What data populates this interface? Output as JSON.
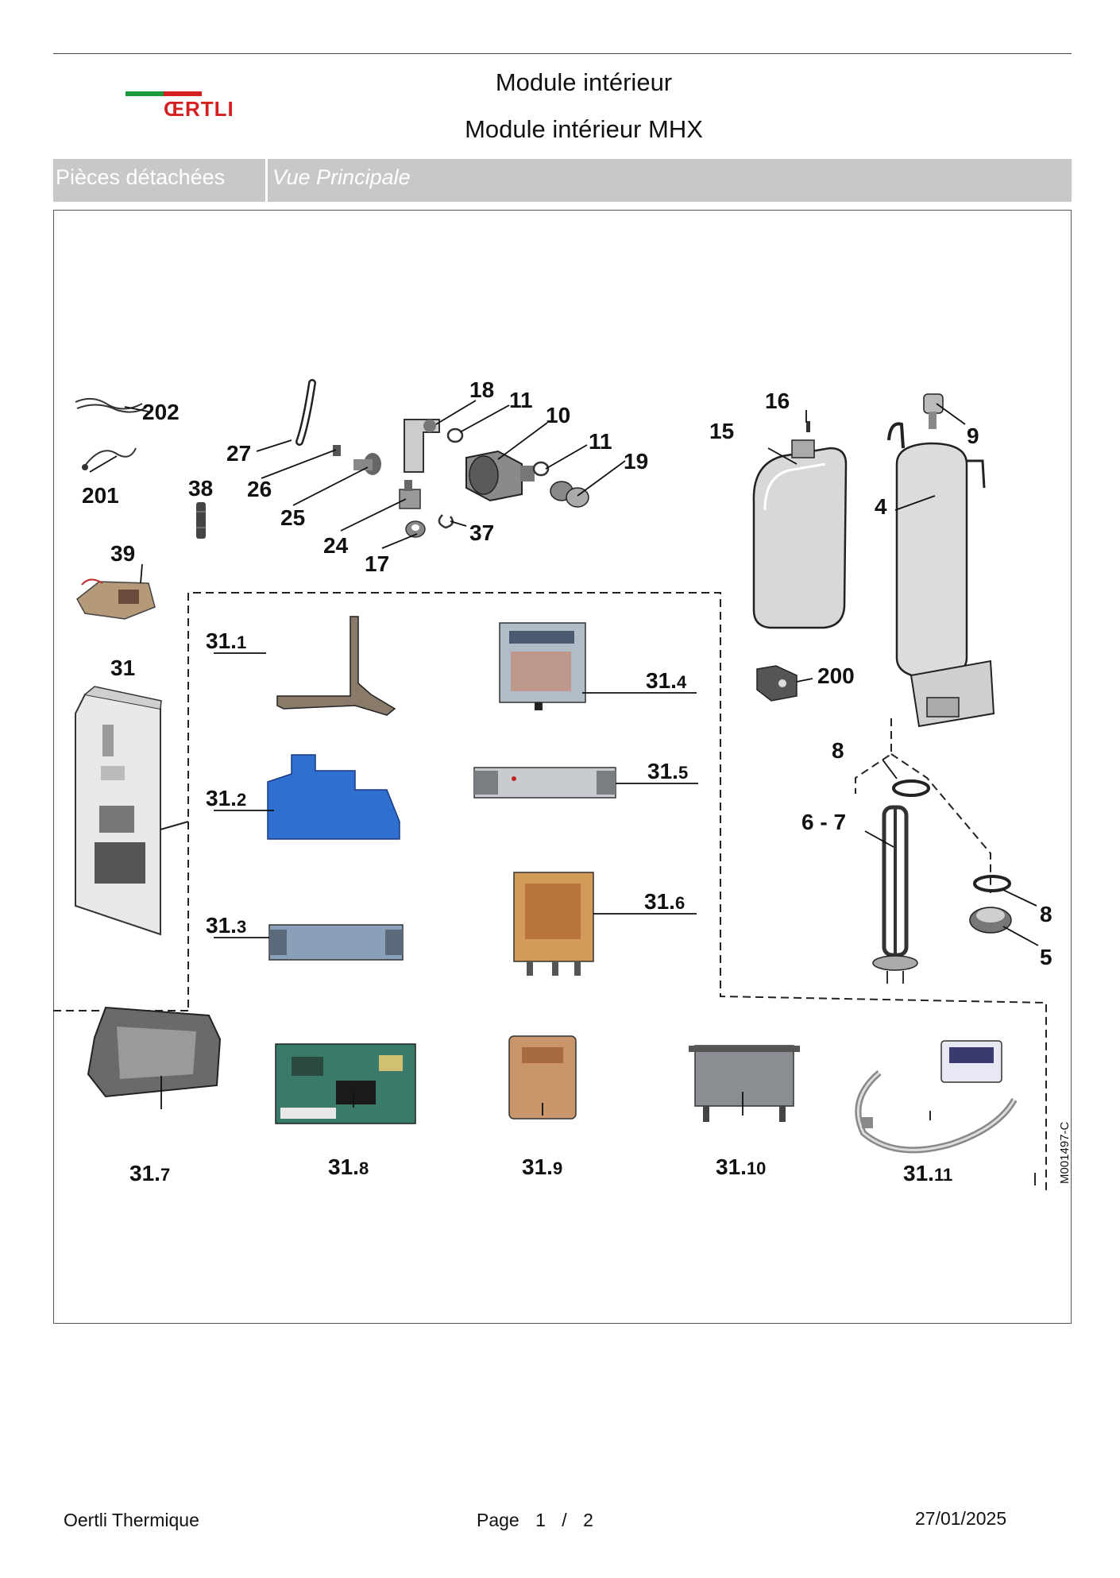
{
  "brand": {
    "name": "ŒRTLI",
    "colors": {
      "green": "#1a9a3a",
      "red": "#d62020"
    }
  },
  "title": "Module intérieur",
  "subtitle": "Module intérieur MHX",
  "section": {
    "label": "Pièces détachées",
    "view": "Vue Principale"
  },
  "drawing": {
    "reference": "M001497-C",
    "callouts": {
      "c202": "202",
      "c201": "201",
      "c39": "39",
      "c31": "31",
      "c38": "38",
      "c27": "27",
      "c26": "26",
      "c25": "25",
      "c24": "24",
      "c17": "17",
      "c18": "18",
      "c11a": "11",
      "c10": "10",
      "c11b": "11",
      "c19": "19",
      "c37": "37",
      "c16": "16",
      "c15": "15",
      "c9": "9",
      "c4": "4",
      "c200": "200",
      "c8a": "8",
      "c67": "6 - 7",
      "c8b": "8",
      "c5": "5"
    },
    "sub_callouts": [
      {
        "main": "31.",
        "sub": "1"
      },
      {
        "main": "31.",
        "sub": "2"
      },
      {
        "main": "31.",
        "sub": "3"
      },
      {
        "main": "31.",
        "sub": "4"
      },
      {
        "main": "31.",
        "sub": "5"
      },
      {
        "main": "31.",
        "sub": "6"
      },
      {
        "main": "31.",
        "sub": "7"
      },
      {
        "main": "31.",
        "sub": "8"
      },
      {
        "main": "31.",
        "sub": "9"
      },
      {
        "main": "31.",
        "sub": "10"
      },
      {
        "main": "31.",
        "sub": "11"
      }
    ]
  },
  "footer": {
    "company": "Oertli Thermique",
    "page_label": "Page",
    "page_current": "1",
    "page_sep": "/",
    "page_total": "2",
    "date": "27/01/2025"
  }
}
